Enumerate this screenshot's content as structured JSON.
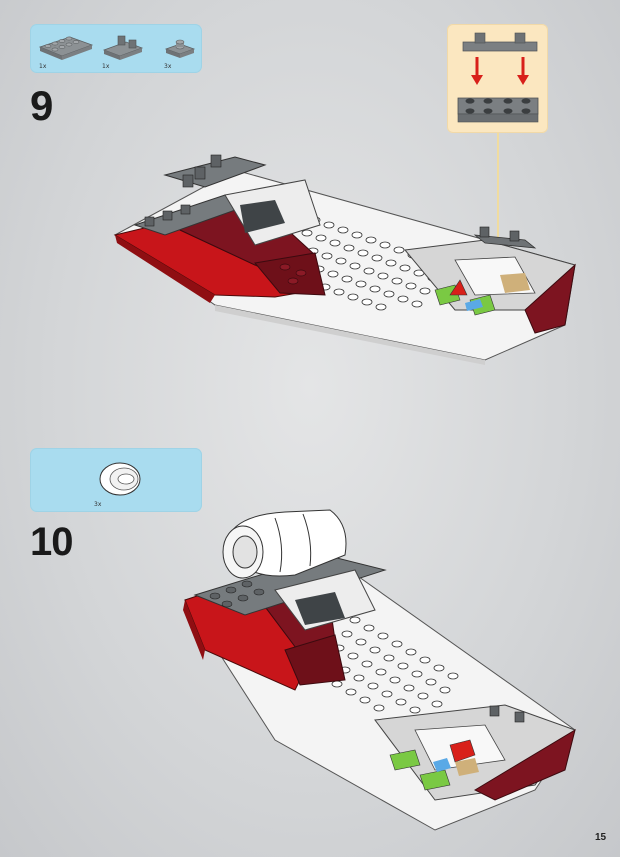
{
  "steps": [
    {
      "number": "9",
      "parts": [
        {
          "qty": "1x",
          "icon": "plate-2x4-gray-icon"
        },
        {
          "qty": "1x",
          "icon": "plate-with-clip-gray-icon"
        },
        {
          "qty": "3x",
          "icon": "jumper-plate-gray-icon"
        }
      ]
    },
    {
      "number": "10",
      "parts": [
        {
          "qty": "3x",
          "icon": "round-brick-white-icon"
        }
      ]
    }
  ],
  "page_number": "15",
  "colors": {
    "parts_box": "#a9dcef",
    "callout_box": "#fbe7c0",
    "callout_arrow": "#d8201a",
    "callout_line": "#f0dca0"
  }
}
